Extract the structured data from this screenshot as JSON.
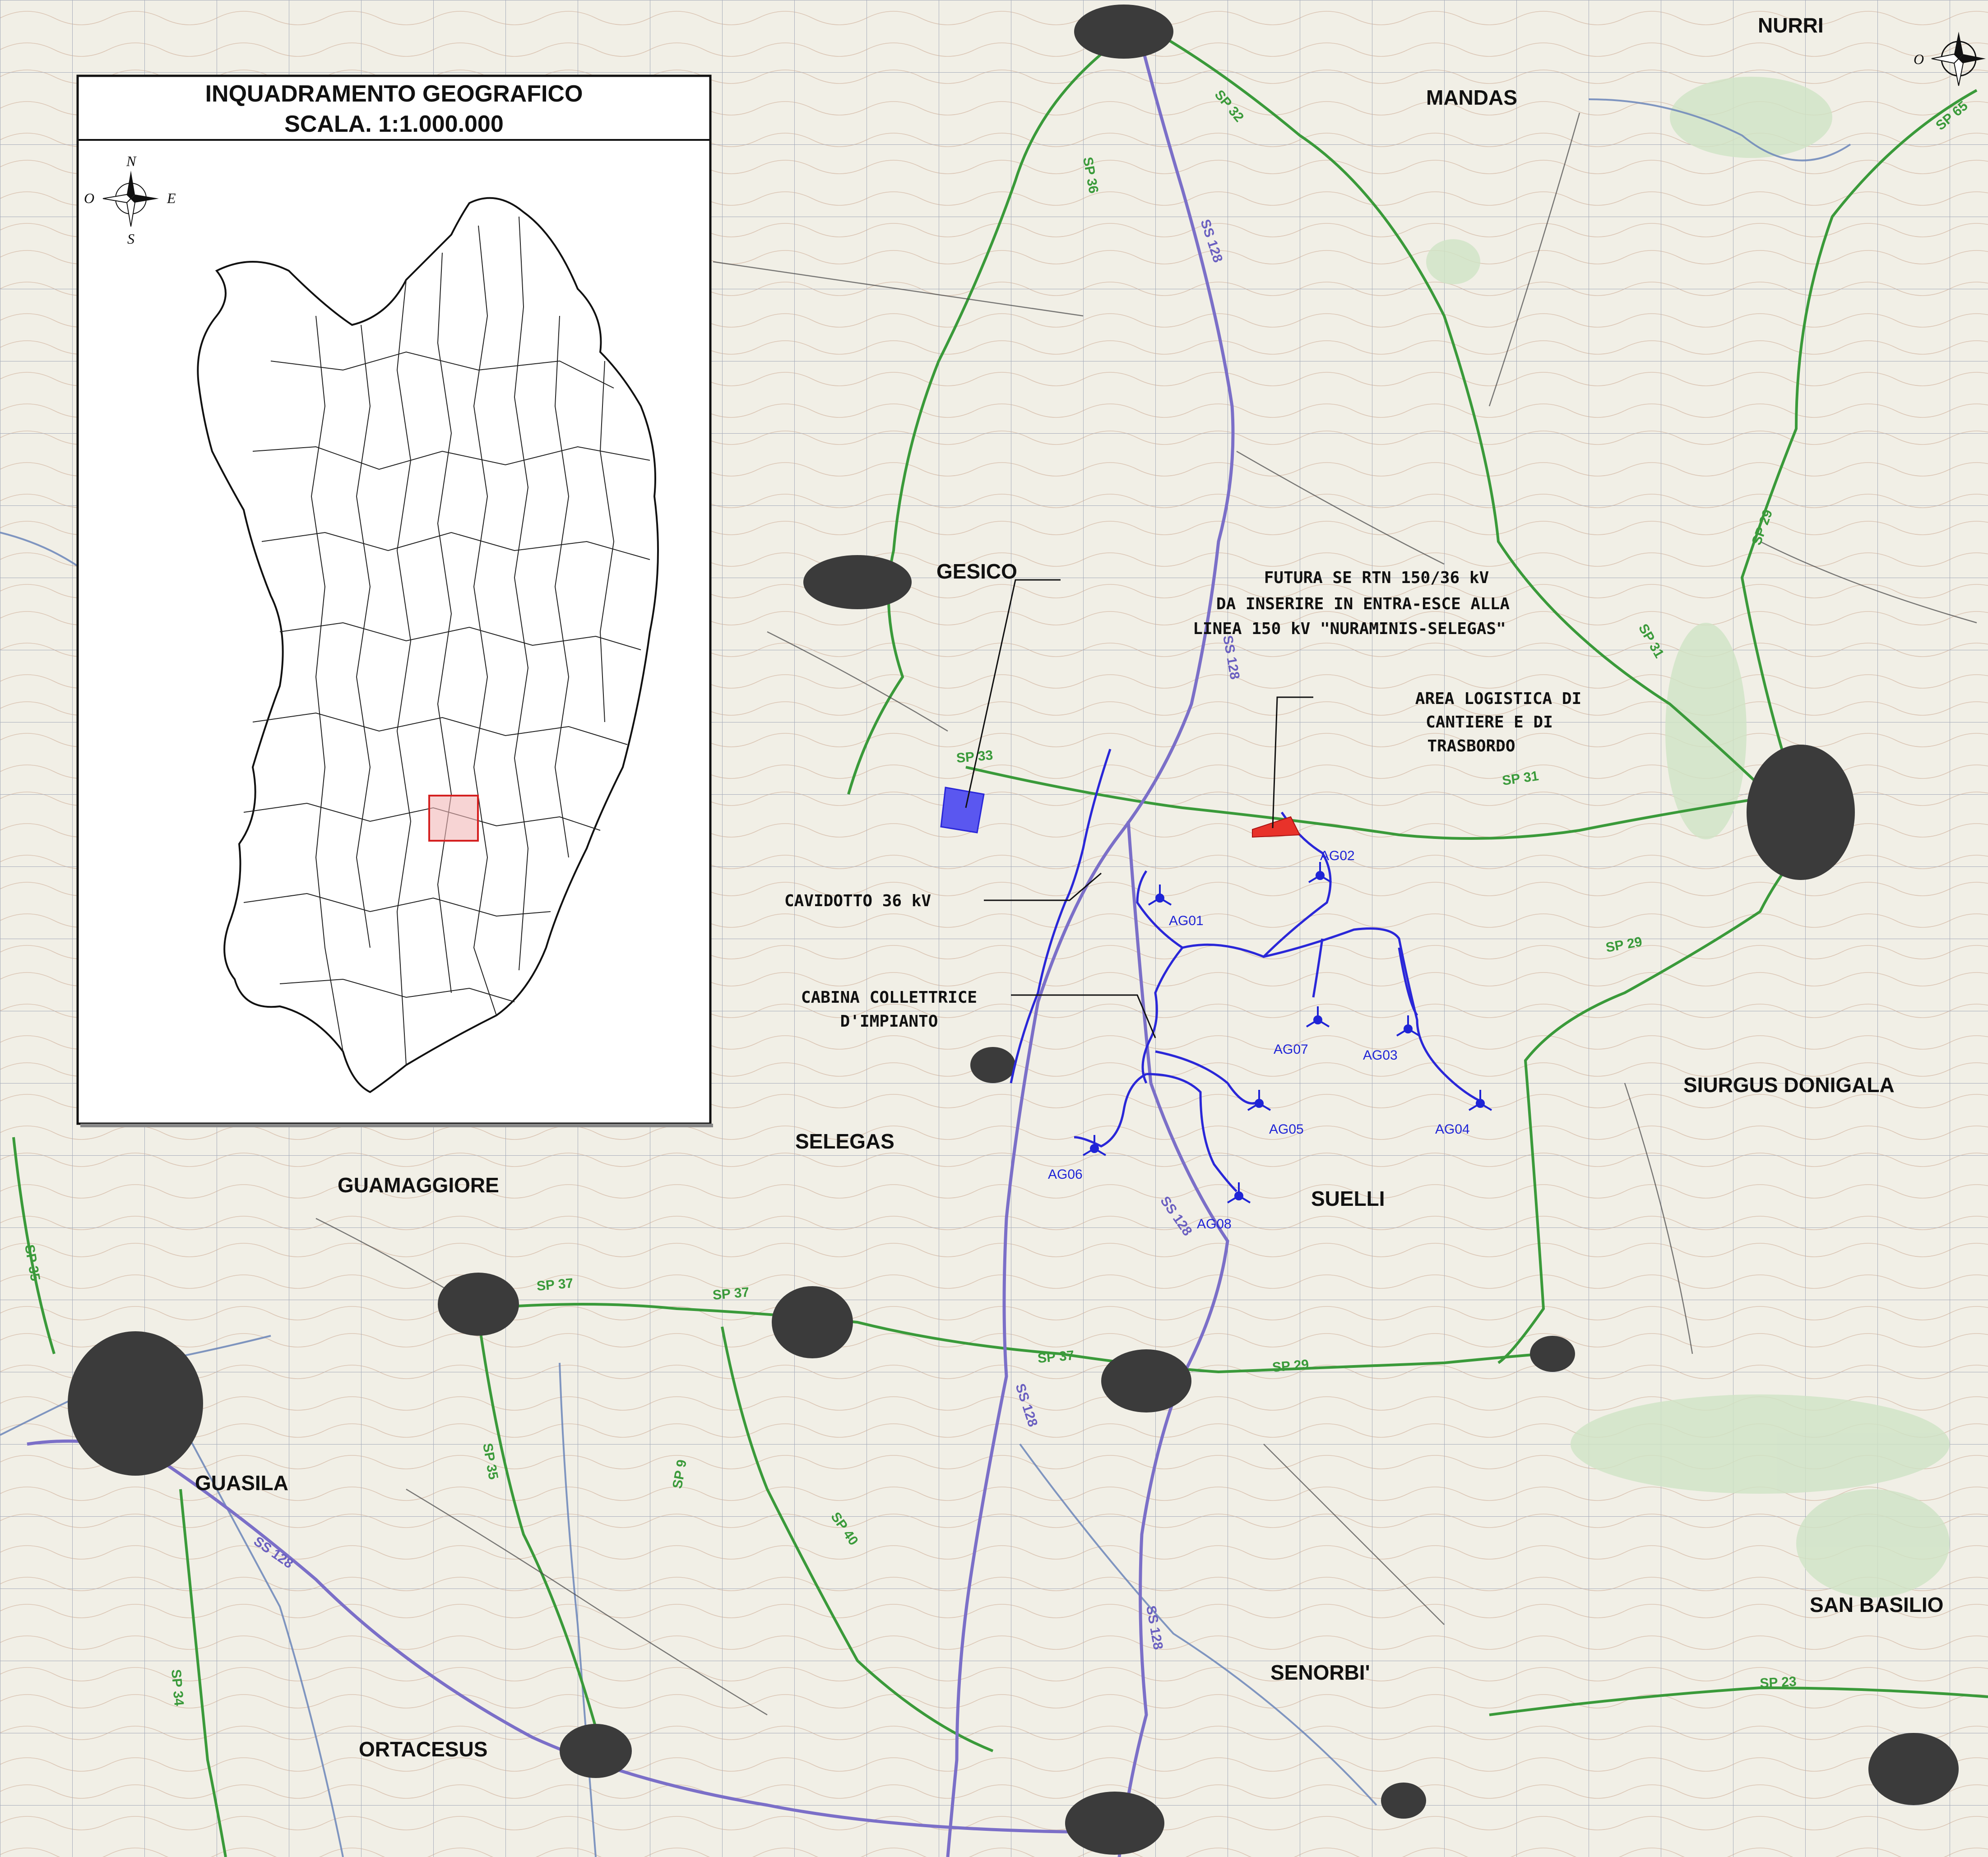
{
  "places": {
    "nurri": "NURRI",
    "mandas": "MANDAS",
    "gesico": "GESICO",
    "siurgus": "SIURGUS DONIGALA",
    "selegas": "SELEGAS",
    "guamaggiore": "GUAMAGGIORE",
    "suelli": "SUELLI",
    "guasila": "GUASILA",
    "san_basilio": "SAN BASILIO",
    "senorbi": "SENORBI'",
    "ortacesus": "ORTACESUS"
  },
  "roads": {
    "sp32": "SP 32",
    "sp36": "SP 36",
    "ss128_a": "SS 128",
    "ss128_b": "SS 128",
    "ss128_c": "SS 128",
    "ss128_d": "SS 128",
    "ss128_e": "SS 128",
    "ss128_f": "SS 128",
    "sp65": "SP 65",
    "sp29_a": "SP 29",
    "sp29_b": "SP 29",
    "sp29_c": "SP 29",
    "sp31_a": "SP 31",
    "sp31_b": "SP 31",
    "sp33": "SP 33",
    "sp37_a": "SP 37",
    "sp37_b": "SP 37",
    "sp37_c": "SP 37",
    "sp35_a": "SP 35",
    "sp35_b": "SP 35",
    "sp9": "SP 9",
    "sp40": "SP 40",
    "sp34": "SP 34",
    "sp23": "SP 23"
  },
  "annotations": {
    "se_line1": "FUTURA SE RTN 150/36 kV",
    "se_line2": "DA INSERIRE IN ENTRA-ESCE ALLA",
    "se_line3": "LINEA 150 kV \"NURAMINIS-SELEGAS\"",
    "area_line1": "AREA LOGISTICA DI",
    "area_line2": "CANTIERE E DI",
    "area_line3": "TRASBORDO",
    "cavidotto": "CAVIDOTTO 36 kV",
    "cabina_line1": "CABINA COLLETTRICE",
    "cabina_line2": "D'IMPIANTO"
  },
  "turbines": [
    "AG01",
    "AG02",
    "AG03",
    "AG04",
    "AG05",
    "AG06",
    "AG07",
    "AG08"
  ],
  "inset": {
    "title_line1": "INQUADRAMENTO GEOGRAFICO",
    "title_line2": "SCALA. 1:1.000.000",
    "compass": {
      "n": "N",
      "s": "S",
      "e": "E",
      "o": "O"
    }
  },
  "main_compass": {
    "o": "O"
  },
  "colors": {
    "cable": "#2a27d8",
    "se_area": "#5a57f0",
    "logistic_area": "#e8322a",
    "provincial_road": "#3a9a3a",
    "state_road": "#7b6fc8",
    "grid": "#9aa0b0",
    "contour": "#b88468"
  }
}
